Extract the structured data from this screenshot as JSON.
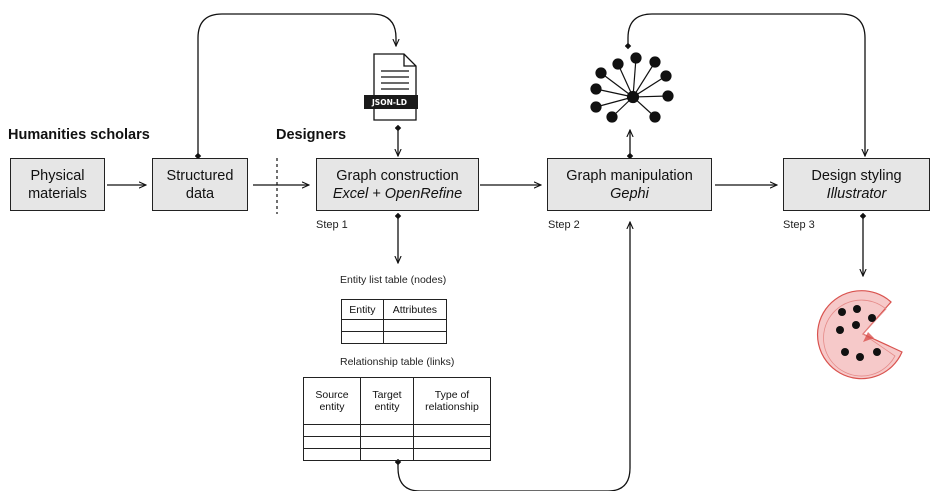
{
  "headings": {
    "humanities": "Humanities scholars",
    "designers": "Designers"
  },
  "boxes": {
    "physical": "Physical materials",
    "structured": "Structured data",
    "graph_construction": {
      "title": "Graph construction",
      "tool": "Excel + OpenRefine"
    },
    "graph_manipulation": {
      "title": "Graph manipulation",
      "tool": "Gephi"
    },
    "design_styling": {
      "title": "Design styling",
      "tool": "Illustrator"
    }
  },
  "steps": [
    "Step 1",
    "Step 2",
    "Step 3"
  ],
  "json_ld_label": "JSON-LD",
  "entity_table": {
    "caption": "Entity list table (nodes)",
    "headers": [
      "Entity",
      "Attributes"
    ]
  },
  "relationship_table": {
    "caption": "Relationship table (links)",
    "headers": [
      "Source entity",
      "Target entity",
      "Type of relationship"
    ]
  },
  "colors": {
    "box_fill": "#e6e6e6",
    "line": "#111111",
    "accent_pink": "#f6c9c9",
    "accent_red": "#d9534f"
  }
}
